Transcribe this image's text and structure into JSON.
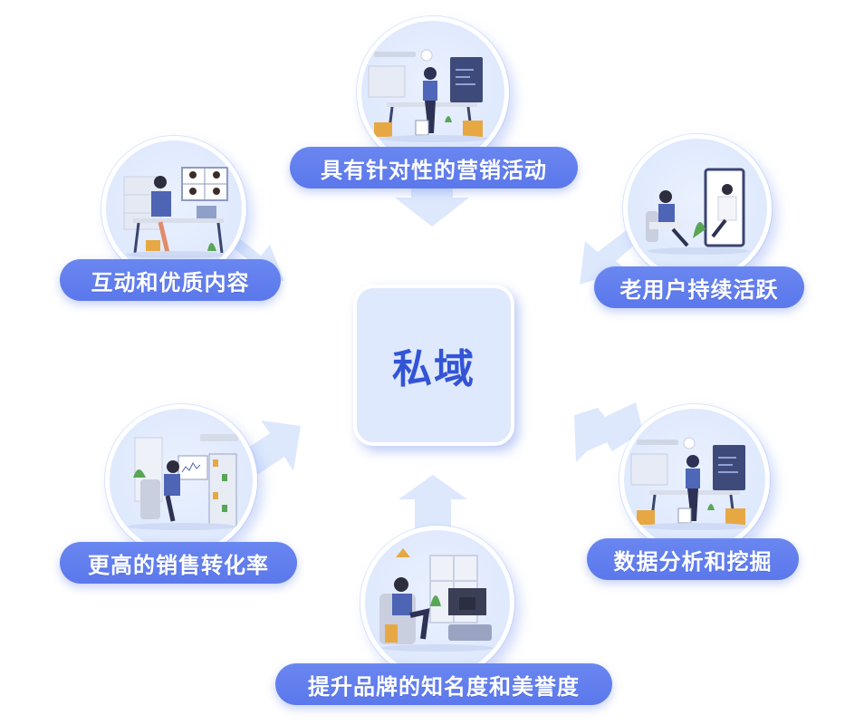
{
  "center": {
    "label": "私域"
  },
  "nodes": [
    {
      "id": "top",
      "label": "具有针对性的营销活动",
      "illustration": "woman-sitting-on-desk-with-coffee-and-blueprint"
    },
    {
      "id": "top-left",
      "label": "互动和优质内容",
      "illustration": "woman-in-video-conference-at-desk"
    },
    {
      "id": "top-right",
      "label": "老用户持续活跃",
      "illustration": "woman-talking-to-doctor-through-phone-screen"
    },
    {
      "id": "bottom-left",
      "label": "更高的销售转化率",
      "illustration": "man-working-at-server-rack-dashboard"
    },
    {
      "id": "bottom-right",
      "label": "数据分析和挖掘",
      "illustration": "woman-sitting-on-desk-with-coffee-and-blueprint"
    },
    {
      "id": "bottom",
      "label": "提升品牌的知名度和美誉度",
      "illustration": "man-relaxing-on-armchair-watching-tv"
    }
  ],
  "colors": {
    "pill": "#5f7cee",
    "center_text": "#3354d6",
    "center_bg": "#dfe9fd",
    "arrow": "#dde8fd",
    "circle_bg": "#e3ecfd"
  }
}
